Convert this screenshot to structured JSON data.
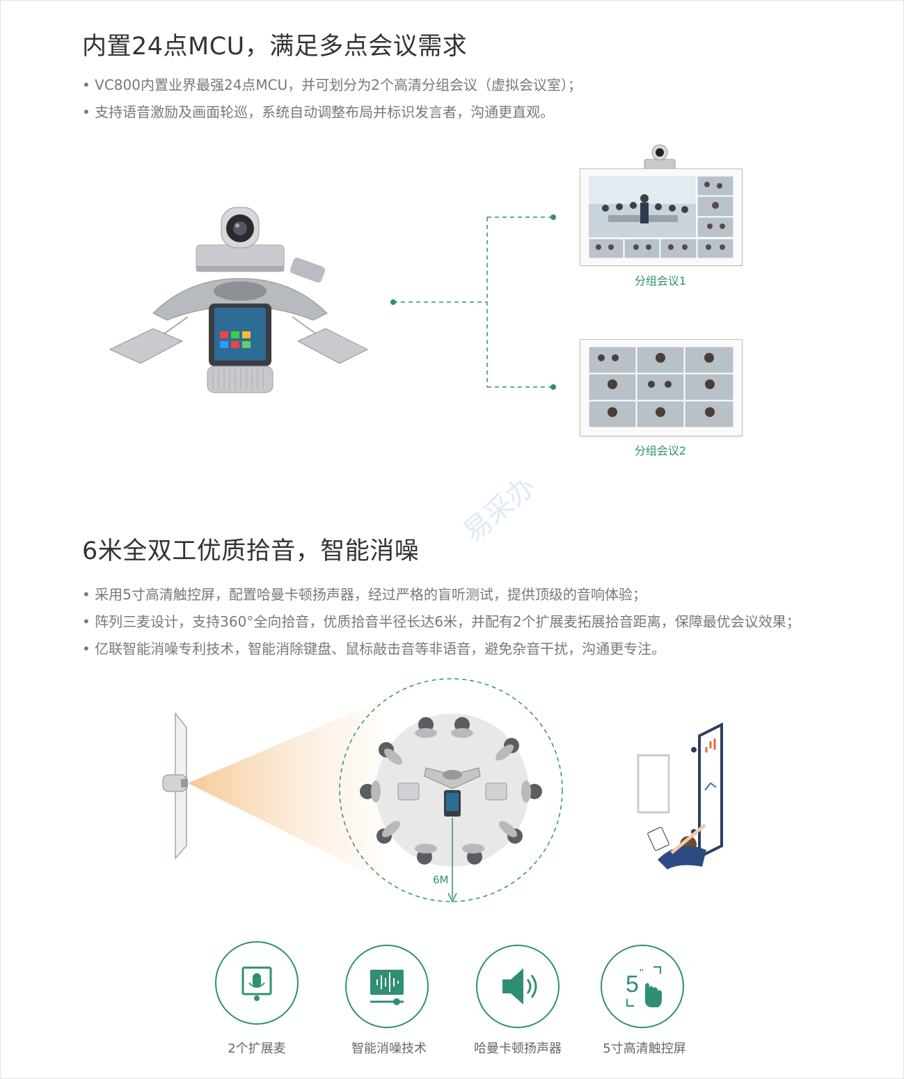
{
  "section1": {
    "title": "内置24点MCU，满足多点会议需求",
    "bullets": [
      "VC800内置业界最强24点MCU，并可划分为2个高清分组会议（虚拟会议室）；",
      "支持语音激励及画面轮巡，系统自动调整布局并标识发言者，沟通更直观。"
    ],
    "group1_label": "分组会议1",
    "group2_label": "分组会议2"
  },
  "watermark": "易采办",
  "section2": {
    "title": "6米全双工优质拾音，智能消噪",
    "bullets": [
      "采用5寸高清触控屏，配置哈曼卡顿扬声器，经过严格的盲听测试，提供顶级的音响体验；",
      "阵列三麦设计，支持360°全向拾音，优质拾音半径长达6米，并配有2个扩展麦拓展拾音距离，保障最优会议效果；",
      "亿联智能消噪专利技术，智能消除键盘、鼠标敲击音等非语音，避免杂音干扰，沟通更专注。"
    ],
    "radius_label": "6M"
  },
  "features": [
    {
      "label": "2个扩展麦",
      "icon": "extension-mic-icon"
    },
    {
      "label": "智能消噪技术",
      "icon": "noise-reduction-icon"
    },
    {
      "label": "哈曼卡顿扬声器",
      "icon": "speaker-icon"
    },
    {
      "label": "5寸高清触控屏",
      "icon": "touchscreen-icon"
    }
  ],
  "colors": {
    "accent": "#2f8f72",
    "text": "#333333",
    "muted": "#777777"
  }
}
